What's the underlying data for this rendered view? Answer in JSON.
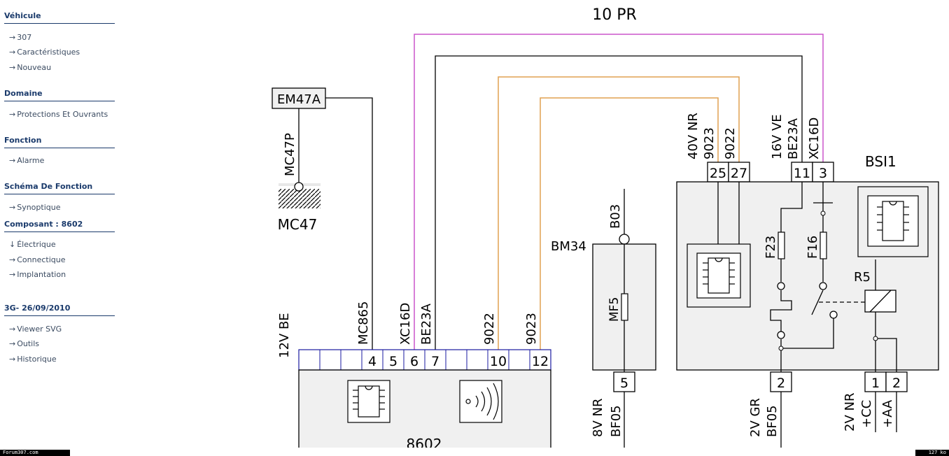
{
  "sidebar": {
    "vehicule": {
      "title": "Véhicule",
      "items": [
        "307",
        "Caractéristiques",
        "Nouveau"
      ]
    },
    "domaine": {
      "title": "Domaine",
      "items": [
        "Protections Et Ouvrants"
      ]
    },
    "fonction": {
      "title": "Fonction",
      "items": [
        "Alarme"
      ]
    },
    "schema": {
      "title": "Schéma De Fonction",
      "items": [
        "Synoptique"
      ]
    },
    "composant": {
      "title": "Composant : 8602",
      "items": [
        "Électrique",
        "Connectique",
        "Implantation"
      ]
    },
    "version": {
      "title": "3G- 26/09/2010",
      "items": [
        "Viewer SVG",
        "Outils",
        "Historique"
      ]
    }
  },
  "arrows": {
    "right": "→",
    "down": "↓"
  },
  "diagram": {
    "title": "10 PR",
    "em47a": "EM47A",
    "mc47p": "MC47P",
    "mc47": "MC47",
    "bsi": "BSI1",
    "bm34": "BM34",
    "b03": "B03",
    "mf5": "MF5",
    "f23": "F23",
    "f16": "F16",
    "r5": "R5",
    "comp8602": "8602",
    "wire_12v_be": "12V BE",
    "wire_mc865": "MC865",
    "wire_xc16d": "XC16D",
    "wire_be23a": "BE23A",
    "wire_9022": "9022",
    "wire_9023": "9023",
    "wire_40v_nr": "40V NR",
    "wire_16v_ve": "16V VE",
    "wire_8v_nr": "8V NR",
    "wire_bf05": "BF05",
    "wire_2v_gr": "2V GR",
    "wire_2v_nr": "2V NR",
    "wire_cc": "+CC",
    "wire_aa": "+AA",
    "pins_8602": [
      "4",
      "5",
      "6",
      "7",
      "10",
      "12"
    ],
    "pins_bsi_top": [
      "25",
      "27",
      "11",
      "3"
    ],
    "pin_bm34": "5",
    "pins_bsi_bottom": [
      "2",
      "1",
      "2"
    ]
  },
  "colors": {
    "pink": "#cc55cc",
    "orange": "#e0a050",
    "pin_border": "#1a1aa0",
    "box_fill": "#f0f0f0",
    "nav": "#1a3a6b"
  },
  "footer": {
    "left": "Forum307.com",
    "right": "127 ko"
  }
}
